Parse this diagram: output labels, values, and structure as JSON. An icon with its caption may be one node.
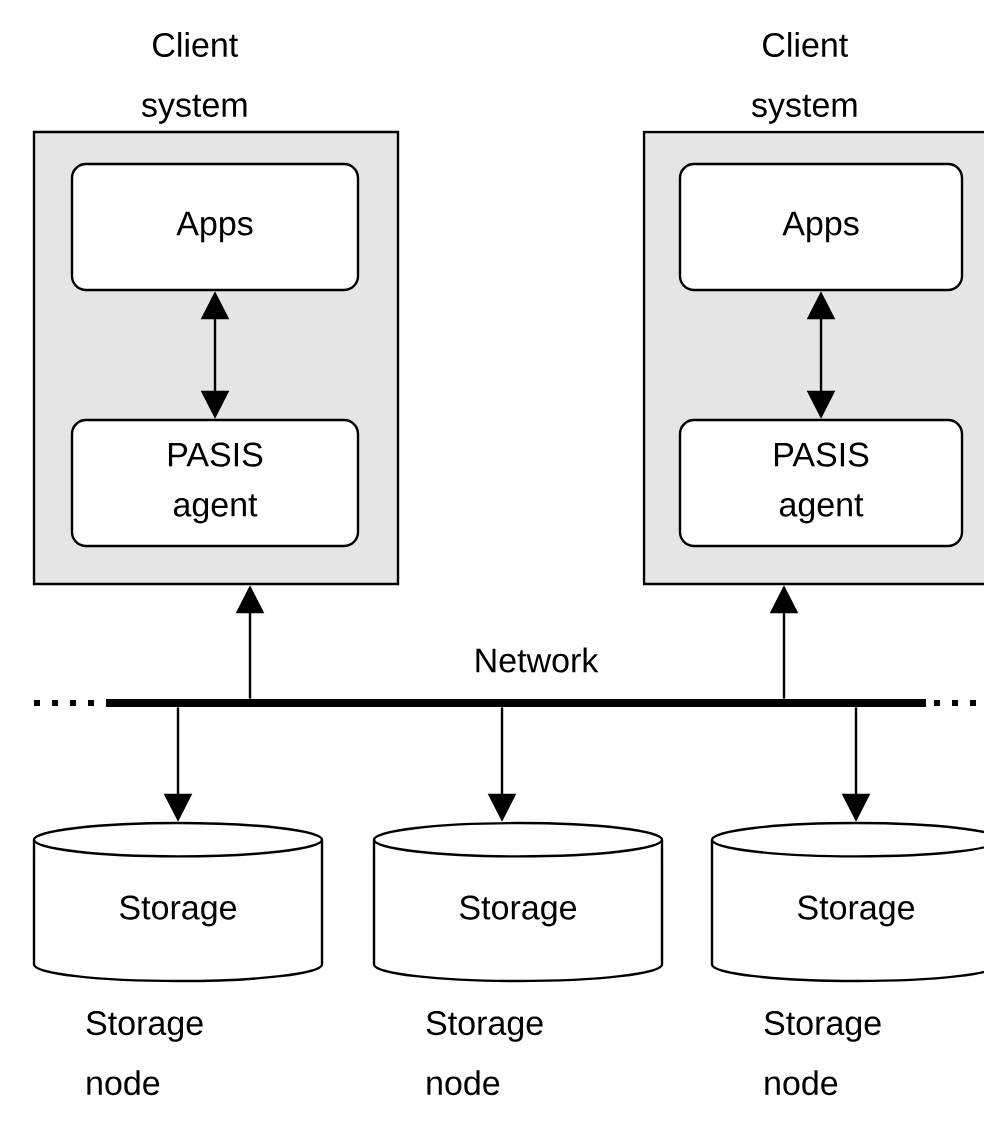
{
  "diagram": {
    "nodes": [
      {
        "text": [
          "Client system"
        ]
      },
      {
        "text": [
          "Apps"
        ],
        "in": 0
      },
      {
        "text": [
          "PASIS agent"
        ],
        "in": 0
      },
      {
        "text": [
          "Client system"
        ]
      },
      {
        "text": [
          "Apps"
        ],
        "in": 3
      },
      {
        "text": [
          "PASIS agent"
        ],
        "in": 3
      },
      {
        "text": [
          "Network"
        ]
      },
      {
        "text": [
          "Storage"
        ],
        "beside": [
          "Storage node"
        ]
      },
      {
        "text": [
          "Storage"
        ],
        "beside": [
          "Storage node"
        ]
      },
      {
        "text": [
          "Storage"
        ],
        "beside": [
          "Storage node"
        ]
      }
    ],
    "edges": [
      {
        "from": 1,
        "to": 2,
        "arrow": "both"
      },
      {
        "from": 4,
        "to": 5,
        "arrow": "both"
      },
      {
        "from": 6,
        "to": 0,
        "arrow": "to"
      },
      {
        "from": 6,
        "to": 3,
        "arrow": "to"
      },
      {
        "from": 6,
        "to": 7,
        "arrow": "to"
      },
      {
        "from": 6,
        "to": 8,
        "arrow": "to"
      },
      {
        "from": 6,
        "to": 9,
        "arrow": "to"
      }
    ]
  }
}
